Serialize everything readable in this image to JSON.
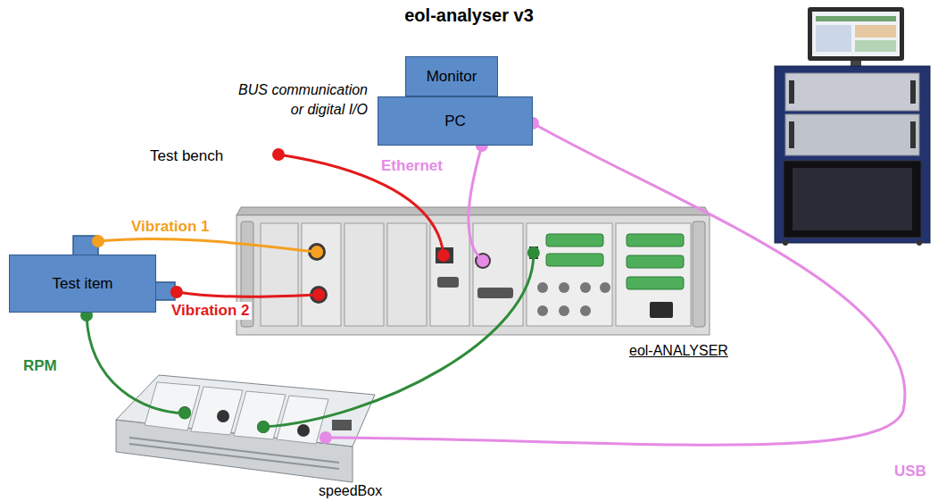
{
  "diagram": {
    "title": "eol-analyser v3",
    "nodes": [
      {
        "text": [
          "Monitor"
        ]
      },
      {
        "text": [
          "PC"
        ]
      },
      {
        "text": [
          "Test item"
        ]
      },
      {
        "text": [
          "eol-ANALYSER"
        ]
      },
      {
        "text": [
          "speedBox"
        ]
      }
    ],
    "edges": [
      {
        "from": 2,
        "to": 3,
        "label": "Vibration 1",
        "arrow": "none"
      },
      {
        "from": 2,
        "to": 3,
        "label": "Vibration 2",
        "arrow": "none"
      },
      {
        "from": 2,
        "to": 4,
        "label": "RPM",
        "arrow": "none"
      },
      {
        "from": 4,
        "to": 3,
        "arrow": "none"
      },
      {
        "from": 1,
        "to": 3,
        "label": "Ethernet",
        "arrow": "none"
      },
      {
        "from": 1,
        "to": 4,
        "label": "USB",
        "arrow": "none"
      }
    ],
    "labels": [
      "Test bench",
      "BUS communication or digital I/O"
    ]
  }
}
